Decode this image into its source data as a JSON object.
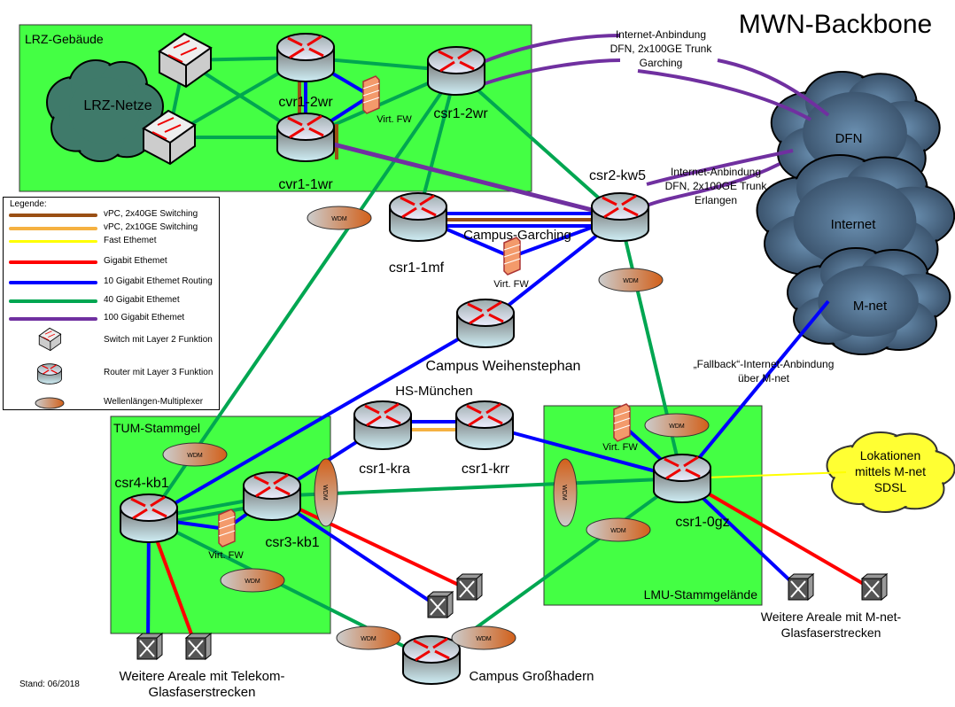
{
  "title": "MWN-Backbone",
  "stand": "Stand: 06/2018",
  "colors": {
    "vpc40": "#9a4f14",
    "vpc10": "#f5b141",
    "fast": "#ffff00",
    "gig": "#ff0000",
    "gig10": "#0000ff",
    "gig40": "#00a651",
    "gig100": "#7030a0",
    "area": "#44ff44"
  },
  "areas": {
    "lrz": "LRZ-Gebäude",
    "tum": "TUM-Stammgel",
    "lmu": "LMU-Stammgelände"
  },
  "nodes": {
    "cvr12wr": "cvr1-2wr",
    "cvr11wr": "cvr1-1wr",
    "csr12wr": "csr1-2wr",
    "csr2kw5": "csr2-kw5",
    "csr11mf": "csr1-1mf",
    "weihen": "Campus Weihenstephan",
    "kra": "csr1-kra",
    "krr": "csr1-krr",
    "csr4kb1": "csr4-kb1",
    "csr3kb1": "csr3-kb1",
    "csr10gz": "csr1-0gz",
    "grosshadern": "Campus Großhadern"
  },
  "labels": {
    "campus_garching": "Campus-Garching",
    "hs_muenchen": "HS-München",
    "virt_fw": "Virt. FW",
    "wdm": "WDM",
    "inet_garching": [
      "Internet-Anbindung",
      "DFN, 2x100GE Trunk",
      "Garching"
    ],
    "inet_erlangen": [
      "Internet-Anbindung",
      "DFN, 2x100GE Trunk",
      "Erlangen"
    ],
    "fallback": [
      "„Fallback“-Internet-Anbindung",
      "über M-net"
    ],
    "telekom": [
      "Weitere Areale mit Telekom-",
      "Glasfaserstrecken"
    ],
    "mnet_glas": [
      "Weitere Areale mit M-net-",
      "Glasfaserstrecken"
    ],
    "lokationen": [
      "Lokationen",
      "mittels M-net",
      "SDSL"
    ]
  },
  "clouds": {
    "lrz": "LRZ-Netze",
    "dfn": "DFN",
    "internet": "Internet",
    "mnet": "M-net"
  },
  "legend": {
    "title": "Legende:",
    "lines": [
      {
        "label": "vPC, 2x40GE Switching",
        "color": "#9a4f14"
      },
      {
        "label": "vPC, 2x10GE Switching",
        "color": "#f5b141"
      },
      {
        "label": "Fast Ethemet",
        "color": "#ffff00"
      },
      {
        "label": "Gigabit Ethemet",
        "color": "#ff0000"
      },
      {
        "label": "10 Gigabit Ethemet Routing",
        "color": "#0000ff"
      },
      {
        "label": "40 Gigabit Ethemet",
        "color": "#00a651"
      },
      {
        "label": "100 Gigabit Ethemet",
        "color": "#7030a0"
      }
    ],
    "switch": "Switch mit Layer 2 Funktion",
    "router": "Router mit Layer 3 Funktion",
    "wdm": "Wellenlängen-Multiplexer"
  }
}
